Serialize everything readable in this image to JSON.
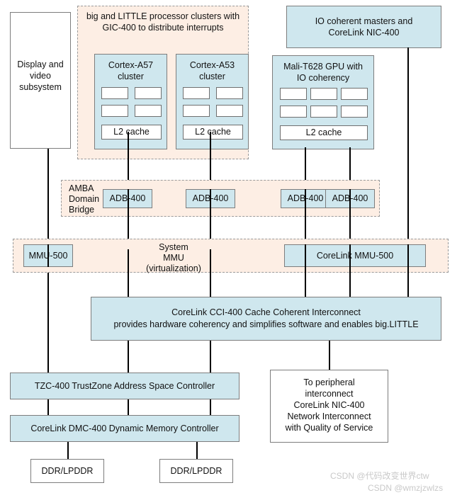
{
  "diagram": {
    "title": "ARM big.LITTLE SoC block diagram",
    "colors": {
      "block_fill": "#cfe7ee",
      "region_fill": "#fdeee4",
      "white_fill": "#ffffff",
      "line": "#000000",
      "border": "#7d7d7d",
      "watermark": "#c9c9c9"
    },
    "regions": {
      "cpu_clusters": {
        "caption_line1": "big and LITTLE processor clusters with",
        "caption_line2": "GIC-400 to distribute interrupts"
      },
      "amba_domain_bridge": {
        "label_line1": "AMBA",
        "label_line2": "Domain",
        "label_line3": "Bridge"
      },
      "system_mmu": {
        "label_line1": "System",
        "label_line2": "MMU",
        "label_line3": "(virtualization)"
      }
    },
    "blocks": {
      "display": {
        "line1": "Display and",
        "line2": "video",
        "line3": "subsystem"
      },
      "a57_cluster": {
        "line1": "Cortex-A57",
        "line2": "cluster",
        "l2": "L2 cache",
        "core_count": 4
      },
      "a53_cluster": {
        "line1": "Cortex-A53",
        "line2": "cluster",
        "l2": "L2 cache",
        "core_count": 4
      },
      "io_masters": {
        "line1": "IO coherent masters and",
        "line2": "CoreLink NIC-400"
      },
      "gpu": {
        "line1": "Mali-T628 GPU with",
        "line2": "IO coherency",
        "l2": "L2 cache",
        "core_count": 6
      },
      "adb_400": {
        "label": "ADB-400",
        "count": 4
      },
      "mmu_500": {
        "label": "MMU-500"
      },
      "corelink_mmu_500": {
        "label": "CoreLink MMU-500"
      },
      "cci_400": {
        "line1": "CoreLink CCI-400 Cache Coherent Interconnect",
        "line2": "provides hardware coherency and simplifies software and enables big.LITTLE"
      },
      "tzc_400": {
        "label": "TZC-400 TrustZone Address Space Controller"
      },
      "dmc_400": {
        "label": "CoreLink DMC-400 Dynamic Memory Controller"
      },
      "peripheral_nic": {
        "line1": "To peripheral",
        "line2": "interconnect",
        "line3": "CoreLink NIC-400",
        "line4": "Network Interconnect",
        "line5": "with Quality of Service"
      },
      "ddr_left": {
        "label": "DDR/LPDDR"
      },
      "ddr_right": {
        "label": "DDR/LPDDR"
      }
    },
    "watermark": {
      "line1": "CSDN @代码改变世界ctw",
      "line2": "CSDN @wmzjzwlzs"
    }
  }
}
